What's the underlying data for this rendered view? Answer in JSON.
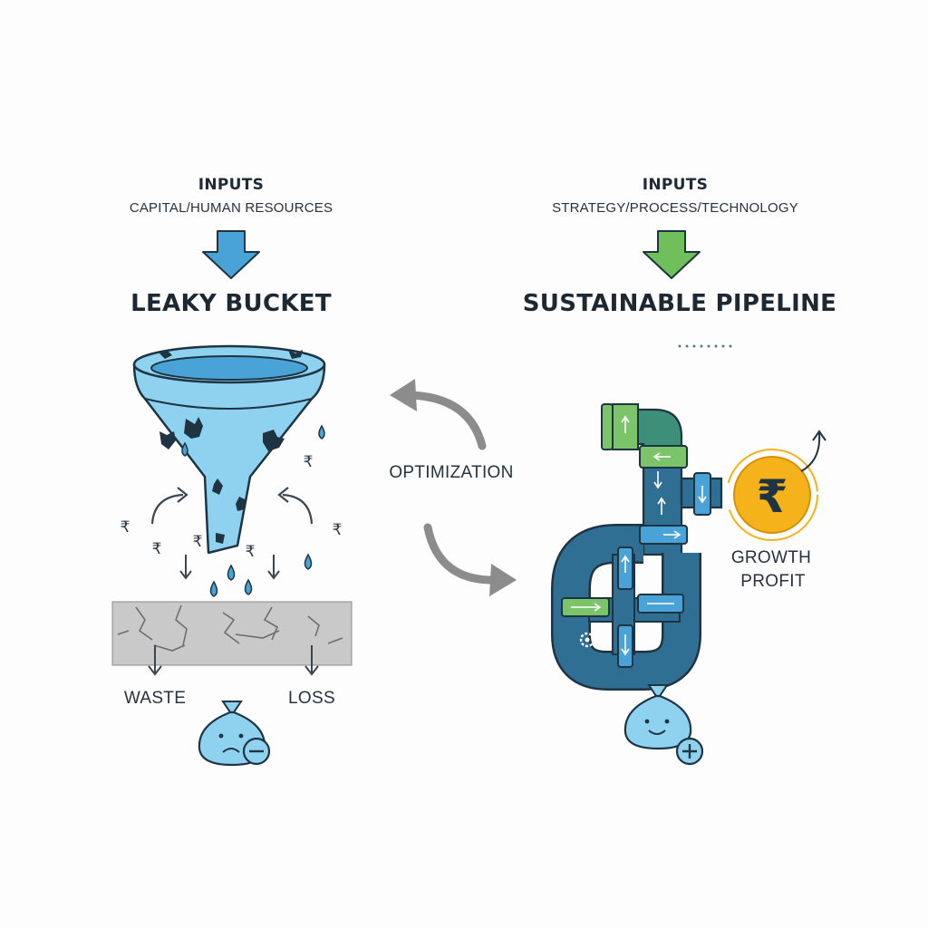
{
  "left": {
    "inputs_heading": "INPUTS",
    "inputs_detail": "CAPITAL/HUMAN RESOURCES",
    "title": "LEAKY BUCKET",
    "waste_label": "WASTE",
    "loss_label": "LOSS",
    "currency_symbol": "₹",
    "bag_icon": "sad-money-bag-minus-icon"
  },
  "center": {
    "optimization_label": "OPTIMIZATION",
    "arrow_icon": "cycle-arrows-icon"
  },
  "right": {
    "inputs_heading": "INPUTS",
    "inputs_detail": "STRATEGY/PROCESS/TECHNOLOGY",
    "title": "SUSTAINABLE PIPELINE",
    "coin_symbol": "₹",
    "growth_label": "GROWTH",
    "profit_label": "PROFIT",
    "bag_icon": "happy-money-bag-plus-icon"
  },
  "colors": {
    "left_arrow": "#4aa3d6",
    "right_arrow": "#6fbf5a",
    "funnel": "#8ed2ef",
    "pipe_blue": "#2f6f94",
    "pipe_green": "#3e8f7a",
    "coupling_green": "#7cc46a",
    "coin": "#f6b21a",
    "ground": "#c9c9c9",
    "outline": "#1f3442"
  }
}
